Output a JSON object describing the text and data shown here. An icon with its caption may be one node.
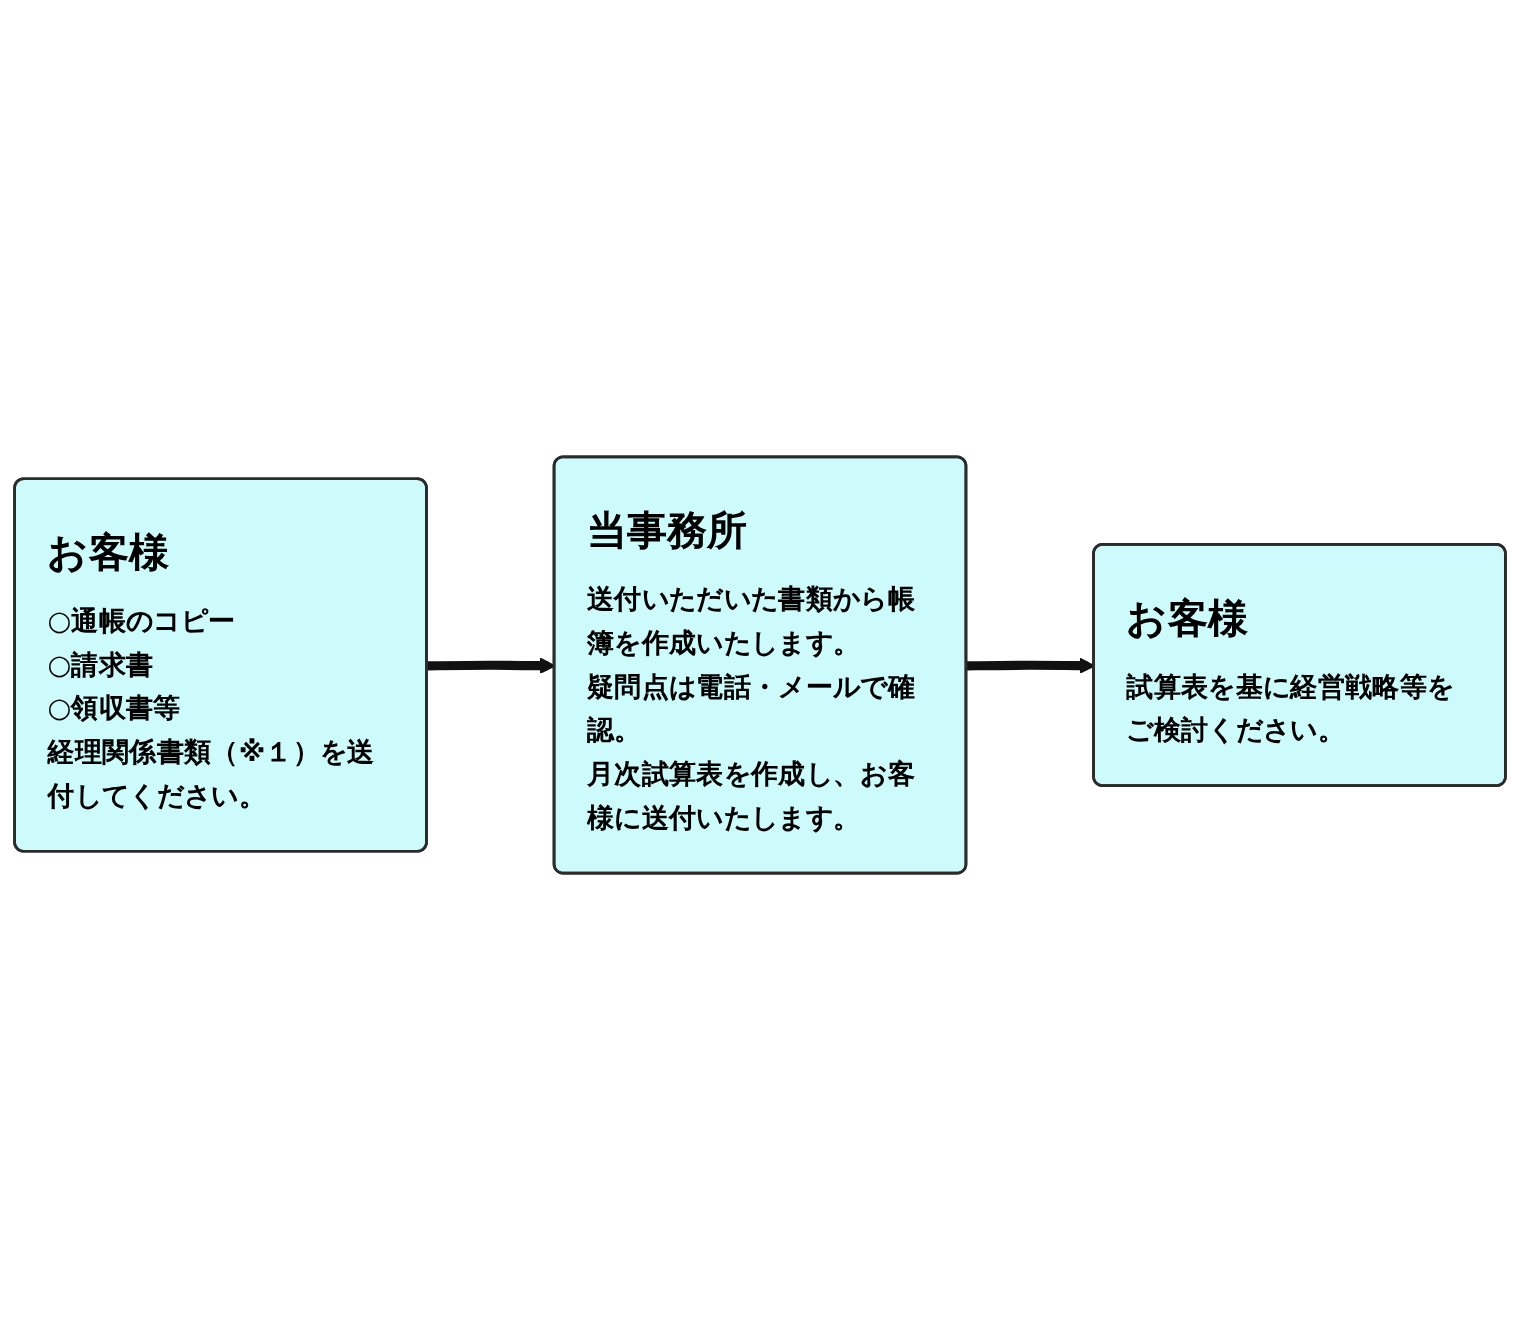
{
  "diagram": {
    "nodes": [
      {
        "text": [
          "お客様",
          "○通帳のコピー",
          "○請求書",
          "○領収書等",
          "経理関係書類（※１）を送付してください。"
        ]
      },
      {
        "text": [
          "当事務所",
          "送付いただいた書類から帳簿を作成いたします。",
          "疑問点は電話・メールで確認。",
          "月次試算表を作成し、お客様に送付いたします。"
        ]
      },
      {
        "text": [
          "お客様",
          "試算表を基に経営戦略等をご検討ください。"
        ]
      }
    ],
    "edges": [
      {
        "from": 0,
        "to": 1,
        "arrow": "to"
      },
      {
        "from": 1,
        "to": 2,
        "arrow": "to"
      }
    ]
  }
}
